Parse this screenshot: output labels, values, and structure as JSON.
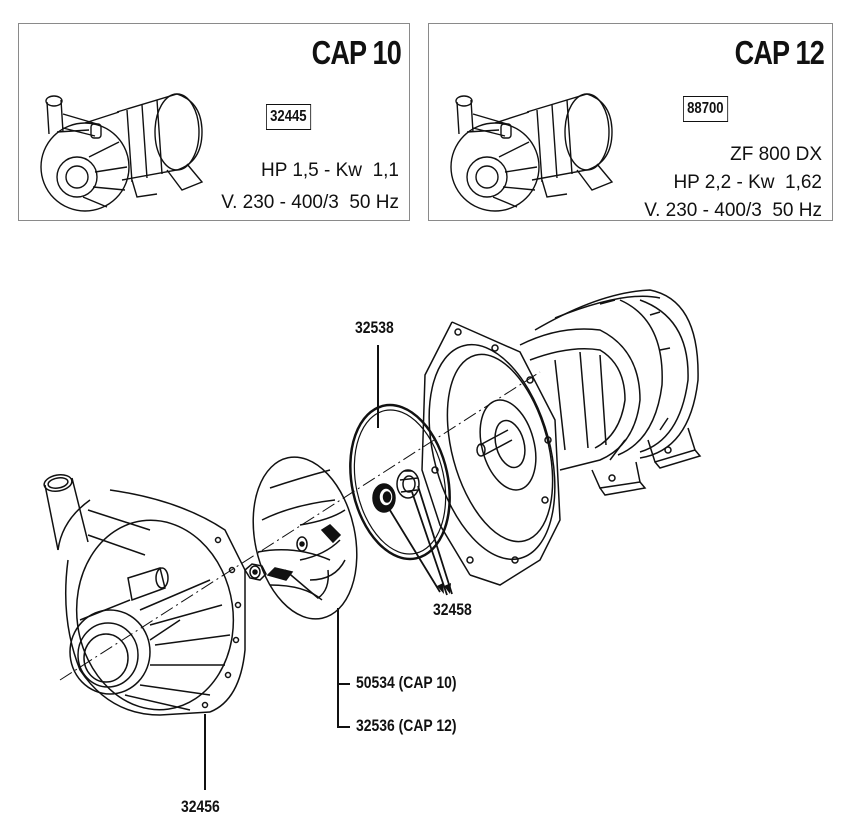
{
  "panels": [
    {
      "title": "CAP 10",
      "code": "32445",
      "specs": [
        "HP 1,5 - Kw  1,1",
        "V. 230 - 400/3  50 Hz"
      ]
    },
    {
      "title": "CAP 12",
      "code": "88700",
      "specs": [
        "ZF 800 DX",
        "HP 2,2 - Kw  1,62",
        "V. 230 - 400/3  50 Hz"
      ]
    }
  ],
  "callouts": {
    "o_ring": "32538",
    "seal": "32458",
    "impeller_cap10": "50534 (CAP 10)",
    "impeller_cap12": "32536 (CAP 12)",
    "pump_body": "32456"
  }
}
